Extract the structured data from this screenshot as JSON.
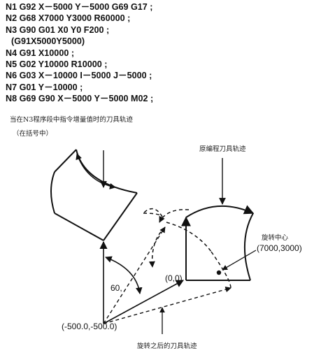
{
  "program": {
    "lines": [
      "N1 G92 X－5000 Y－5000 G69 G17 ;",
      "N2 G68 X7000 Y3000 R60000 ;",
      "N3 G90 G01 X0 Y0 F200 ;",
      "(G91X5000Y5000)",
      "N4 G91 X10000 ;",
      "N5 G02 Y10000 R10000 ;",
      "N6 G03 X－10000 I－5000 J－5000 ;",
      "N7 G01 Y－10000 ;",
      "N8 G69 G90 X－5000 Y－5000 M02 ;"
    ]
  },
  "captions": {
    "incremental_note": "当在N3程序段中指令增量值时的刀具轨迹",
    "in_brackets": "（在括号中）"
  },
  "labels": {
    "programmed_path": "原编程刀具轨迹",
    "rotation_center": "旋转中心",
    "rotation_center_coords": "(7000,3000)",
    "origin": "(0,0)",
    "start_point": "(-500.0,-500.0)",
    "angle": "60,",
    "rotated_path": "旋转之后的刀具轨迹"
  }
}
